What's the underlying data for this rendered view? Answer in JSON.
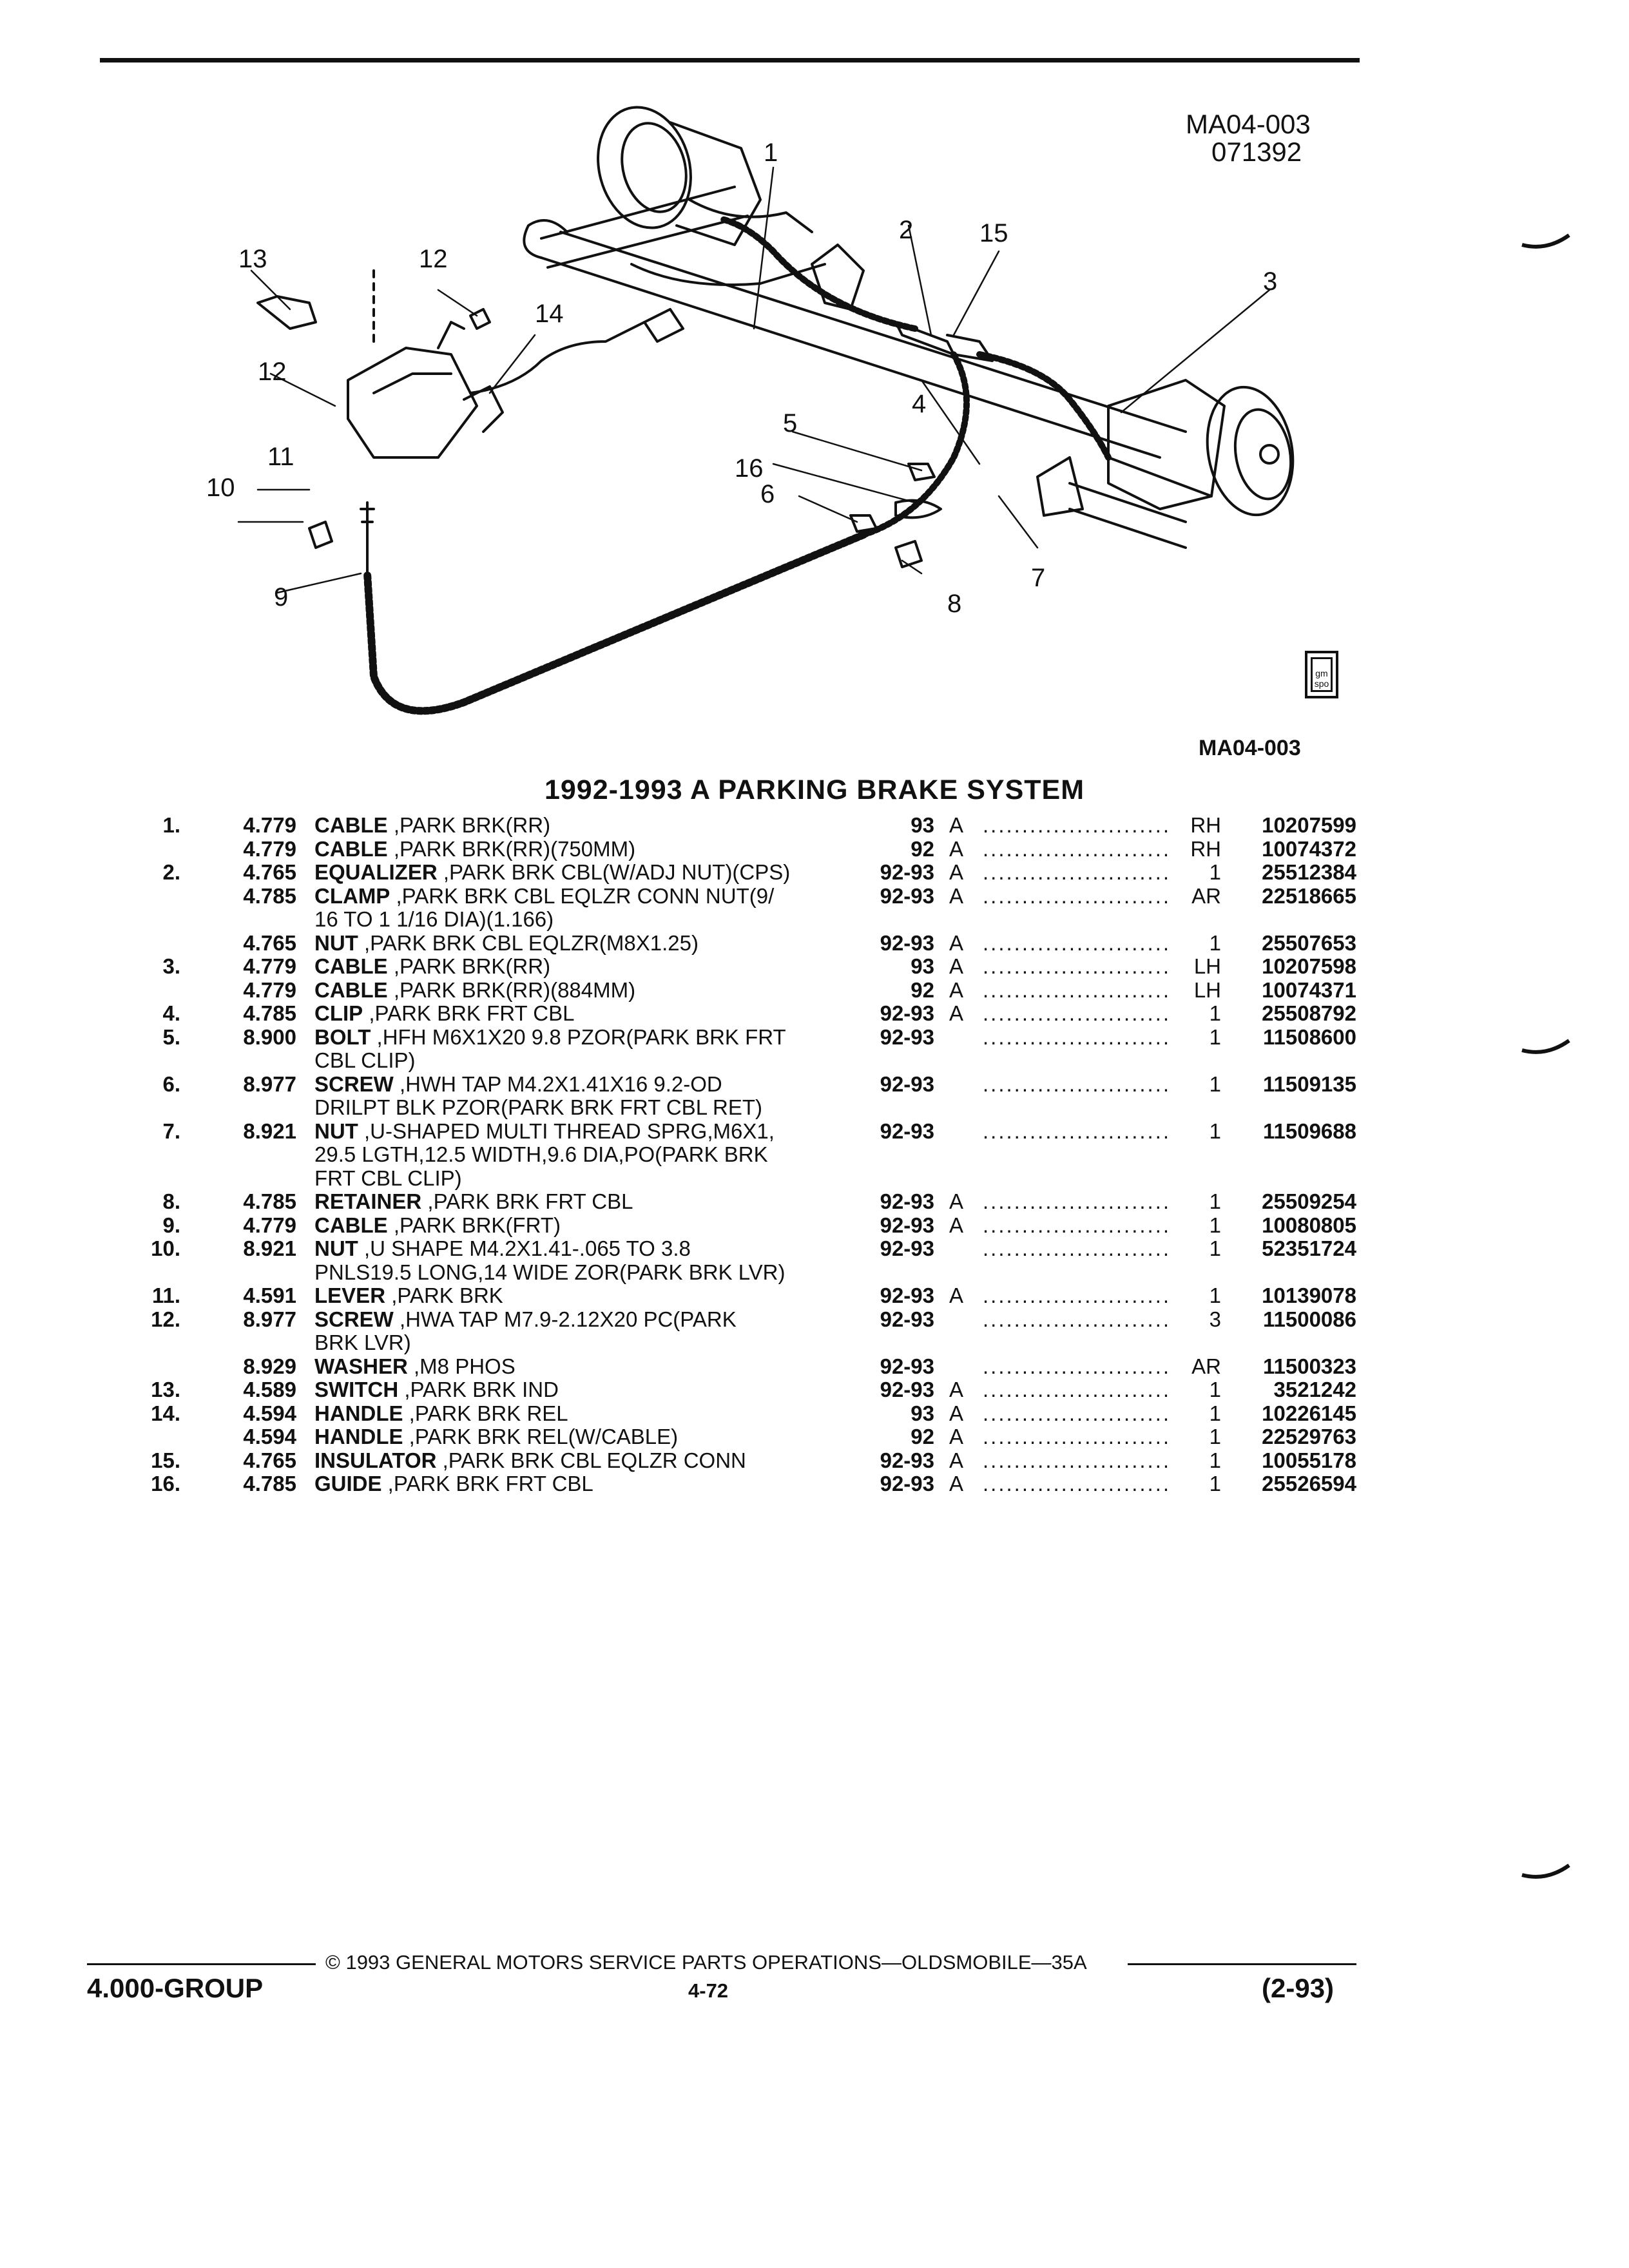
{
  "header": {
    "illustration_code_top": "MA04-003",
    "illustration_date": "071392",
    "illustration_code_bottom": "MA04-003",
    "logo_text": "gm spo"
  },
  "diagram": {
    "callouts": [
      "1",
      "2",
      "3",
      "4",
      "5",
      "6",
      "7",
      "8",
      "9",
      "10",
      "11",
      "12",
      "12",
      "13",
      "14",
      "15",
      "16"
    ]
  },
  "title": "1992-1993 A PARKING BRAKE SYSTEM",
  "parts": [
    {
      "num": "1.",
      "grp": "4.779",
      "name": "CABLE",
      "desc": " ,PARK BRK(RR)",
      "years": "93",
      "model": "A",
      "qty": "RH",
      "part": "10207599",
      "cont": []
    },
    {
      "num": "",
      "grp": "4.779",
      "name": "CABLE",
      "desc": " ,PARK BRK(RR)(750MM)",
      "years": "92",
      "model": "A",
      "qty": "RH",
      "part": "10074372",
      "cont": []
    },
    {
      "num": "2.",
      "grp": "4.765",
      "name": "EQUALIZER",
      "desc": " ,PARK BRK CBL(W/ADJ NUT)(CPS)",
      "years": "92-93",
      "model": "A",
      "qty": "1",
      "part": "25512384",
      "cont": []
    },
    {
      "num": "",
      "grp": "4.785",
      "name": "CLAMP",
      "desc": " ,PARK BRK CBL EQLZR CONN NUT(9/",
      "years": "92-93",
      "model": "A",
      "qty": "AR",
      "part": "22518665",
      "cont": [
        "16 TO 1 1/16 DIA)(1.166)"
      ]
    },
    {
      "num": "",
      "grp": "4.765",
      "name": "NUT",
      "desc": " ,PARK BRK CBL EQLZR(M8X1.25)",
      "years": "92-93",
      "model": "A",
      "qty": "1",
      "part": "25507653",
      "cont": []
    },
    {
      "num": "3.",
      "grp": "4.779",
      "name": "CABLE",
      "desc": " ,PARK BRK(RR)",
      "years": "93",
      "model": "A",
      "qty": "LH",
      "part": "10207598",
      "cont": []
    },
    {
      "num": "",
      "grp": "4.779",
      "name": "CABLE",
      "desc": " ,PARK BRK(RR)(884MM)",
      "years": "92",
      "model": "A",
      "qty": "LH",
      "part": "10074371",
      "cont": []
    },
    {
      "num": "4.",
      "grp": "4.785",
      "name": "CLIP",
      "desc": " ,PARK BRK FRT CBL",
      "years": "92-93",
      "model": "A",
      "qty": "1",
      "part": "25508792",
      "cont": []
    },
    {
      "num": "5.",
      "grp": "8.900",
      "name": "BOLT",
      "desc": " ,HFH M6X1X20 9.8 PZOR(PARK BRK FRT",
      "years": "92-93",
      "model": "",
      "qty": "1",
      "part": "11508600",
      "cont": [
        "CBL CLIP)"
      ]
    },
    {
      "num": "6.",
      "grp": "8.977",
      "name": "SCREW",
      "desc": " ,HWH TAP M4.2X1.41X16 9.2-OD",
      "years": "92-93",
      "model": "",
      "qty": "1",
      "part": "11509135",
      "cont": [
        "DRILPT BLK PZOR(PARK BRK FRT CBL RET)"
      ]
    },
    {
      "num": "7.",
      "grp": "8.921",
      "name": "NUT",
      "desc": " ,U-SHAPED MULTI THREAD SPRG,M6X1,",
      "years": "92-93",
      "model": "",
      "qty": "1",
      "part": "11509688",
      "cont": [
        "29.5 LGTH,12.5 WIDTH,9.6 DIA,PO(PARK BRK",
        "FRT CBL CLIP)"
      ]
    },
    {
      "num": "8.",
      "grp": "4.785",
      "name": "RETAINER",
      "desc": " ,PARK BRK FRT CBL",
      "years": "92-93",
      "model": "A",
      "qty": "1",
      "part": "25509254",
      "cont": []
    },
    {
      "num": "9.",
      "grp": "4.779",
      "name": "CABLE",
      "desc": " ,PARK BRK(FRT)",
      "years": "92-93",
      "model": "A",
      "qty": "1",
      "part": "10080805",
      "cont": []
    },
    {
      "num": "10.",
      "grp": "8.921",
      "name": "NUT",
      "desc": " ,U SHAPE M4.2X1.41-.065 TO 3.8",
      "years": "92-93",
      "model": "",
      "qty": "1",
      "part": "52351724",
      "cont": [
        "PNLS19.5 LONG,14 WIDE ZOR(PARK BRK LVR)"
      ]
    },
    {
      "num": "11.",
      "grp": "4.591",
      "name": "LEVER",
      "desc": " ,PARK BRK",
      "years": "92-93",
      "model": "A",
      "qty": "1",
      "part": "10139078",
      "cont": []
    },
    {
      "num": "12.",
      "grp": "8.977",
      "name": "SCREW",
      "desc": " ,HWA TAP M7.9-2.12X20 PC(PARK",
      "years": "92-93",
      "model": "",
      "qty": "3",
      "part": "11500086",
      "cont": [
        "BRK LVR)"
      ]
    },
    {
      "num": "",
      "grp": "8.929",
      "name": "WASHER",
      "desc": " ,M8 PHOS",
      "years": "92-93",
      "model": "",
      "qty": "AR",
      "part": "11500323",
      "cont": []
    },
    {
      "num": "13.",
      "grp": "4.589",
      "name": "SWITCH",
      "desc": " ,PARK BRK IND",
      "years": "92-93",
      "model": "A",
      "qty": "1",
      "part": "3521242",
      "cont": []
    },
    {
      "num": "14.",
      "grp": "4.594",
      "name": "HANDLE",
      "desc": " ,PARK BRK REL",
      "years": "93",
      "model": "A",
      "qty": "1",
      "part": "10226145",
      "cont": []
    },
    {
      "num": "",
      "grp": "4.594",
      "name": "HANDLE",
      "desc": " ,PARK BRK REL(W/CABLE)",
      "years": "92",
      "model": "A",
      "qty": "1",
      "part": "22529763",
      "cont": []
    },
    {
      "num": "15.",
      "grp": "4.765",
      "name": "INSULATOR",
      "desc": " ,PARK BRK CBL EQLZR CONN",
      "years": "92-93",
      "model": "A",
      "qty": "1",
      "part": "10055178",
      "cont": []
    },
    {
      "num": "16.",
      "grp": "4.785",
      "name": "GUIDE",
      "desc": " ,PARK BRK FRT CBL",
      "years": "92-93",
      "model": "A",
      "qty": "1",
      "part": "25526594",
      "cont": []
    }
  ],
  "footer": {
    "copyright": "© 1993 GENERAL MOTORS SERVICE PARTS OPERATIONS—OLDSMOBILE—35A",
    "group": "4.000-GROUP",
    "page": "4-72",
    "revision": "(2-93)"
  }
}
